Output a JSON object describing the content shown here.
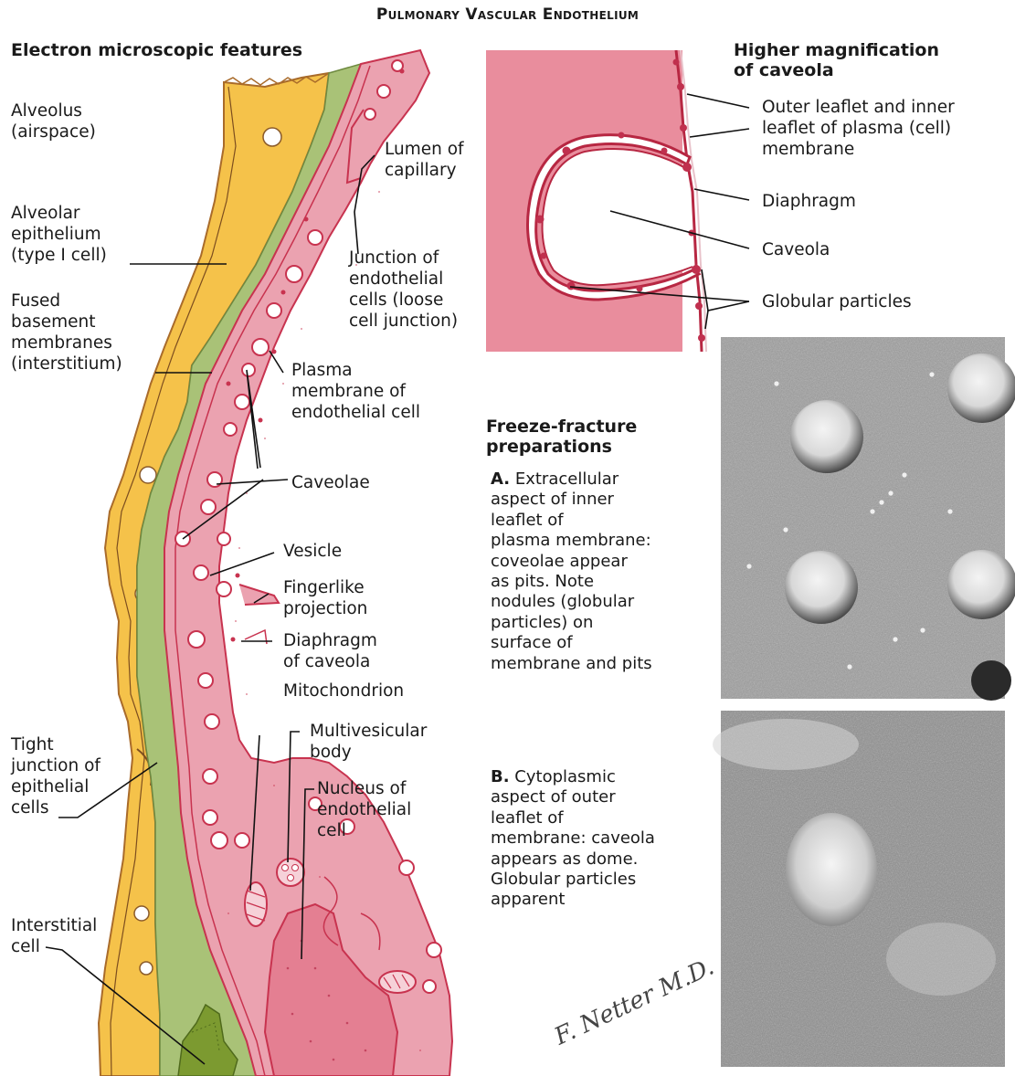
{
  "title": "Pulmonary Vascular Endothelium",
  "em_heading": "Electron microscopic features",
  "higher_mag_heading": [
    "Higher magnification",
    "of caveola"
  ],
  "ff_heading": [
    "Freeze-fracture",
    "preparations"
  ],
  "left_labels": {
    "alveolus": [
      "Alveolus",
      "(airspace)"
    ],
    "epithelium": [
      "Alveolar",
      "epithelium",
      "(type I cell)"
    ],
    "basement": [
      "Fused",
      "basement",
      "membranes",
      "(interstitium)"
    ],
    "tight": [
      "Tight",
      "junction of",
      "epithelial",
      "cells"
    ],
    "interstitial": [
      "Interstitial",
      "cell"
    ]
  },
  "mid_labels": {
    "lumen": [
      "Lumen of",
      "capillary"
    ],
    "junction": [
      "Junction of",
      "endothelial",
      "cells (loose",
      "cell junction)"
    ],
    "plasma": [
      "Plasma",
      "membrane of",
      "endothelial cell"
    ],
    "caveolae": "Caveolae",
    "vesicle": "Vesicle",
    "finger": [
      "Fingerlike",
      "projection"
    ],
    "diaphragm": [
      "Diaphragm",
      "of caveola"
    ],
    "mito": "Mitochondrion",
    "mvb": [
      "Multivesicular",
      "body"
    ],
    "nucleus": [
      "Nucleus of",
      "endothelial",
      "cell"
    ]
  },
  "caveola_labels": {
    "leaflet": [
      "Outer leaflet and inner",
      "leaflet of plasma (cell)",
      "membrane"
    ],
    "diaphragm": "Diaphragm",
    "caveola": "Caveola",
    "globular": "Globular particles"
  },
  "ff_a": {
    "letter": "A.",
    "lines": [
      " Extracellular",
      "aspect of inner",
      "leaflet of",
      "plasma membrane:",
      "coveolae appear",
      "as pits. Note",
      "nodules (globular",
      "particles) on",
      "surface of",
      "membrane and pits"
    ]
  },
  "ff_b": {
    "letter": "B.",
    "lines": [
      " Cytoplasmic",
      "aspect of outer",
      "leaflet of",
      "membrane: caveola",
      "appears as dome.",
      "Globular particles",
      "apparent"
    ]
  },
  "signature": "F. Netter M.D.",
  "colors": {
    "alveolar_epithelium": "#f5c24a",
    "basement_membrane": "#a9c277",
    "endothelium": "#eba2b0",
    "membrane_line": "#c8334f",
    "caveola_bg": "#e98d9d"
  }
}
